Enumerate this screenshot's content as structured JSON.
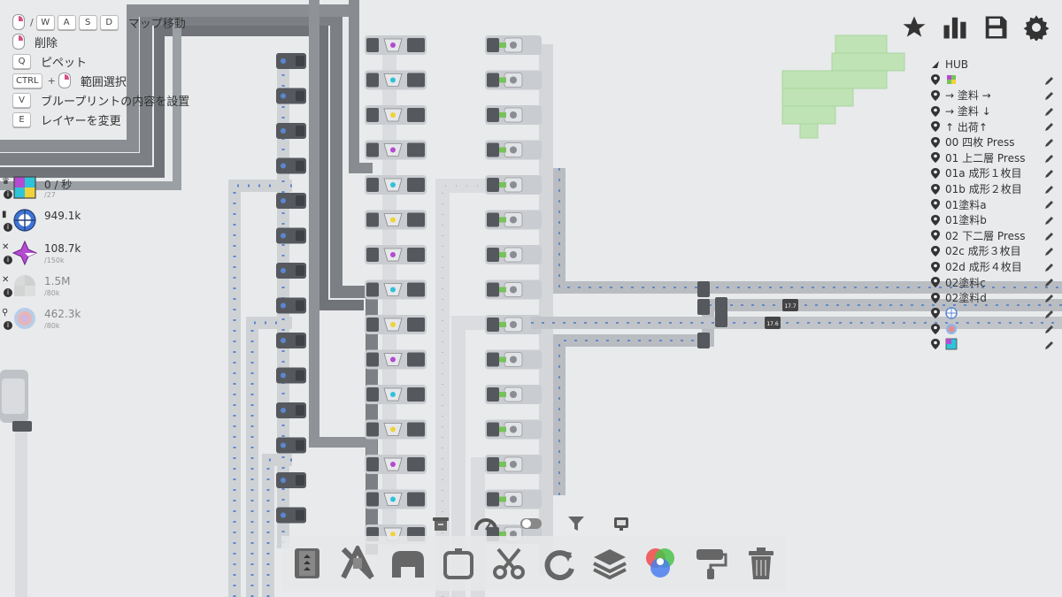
{
  "hints": [
    {
      "keys": [
        "mouse-right",
        "/",
        "W",
        "A",
        "S",
        "D"
      ],
      "label": "マップ移動"
    },
    {
      "keys": [
        "mouse-right"
      ],
      "label": "削除"
    },
    {
      "keys": [
        "Q"
      ],
      "label": "ピペット"
    },
    {
      "keys": [
        "CTRL",
        "+",
        "mouse-right"
      ],
      "label": "範囲選択"
    },
    {
      "keys": [
        "V"
      ],
      "label": "ブループリントの内容を設置"
    },
    {
      "keys": [
        "E"
      ],
      "label": "レイヤーを変更"
    }
  ],
  "stats": [
    {
      "icon": "tricolor-square-shape",
      "value": "0 / 秒",
      "sub": "/27",
      "side": "crown",
      "dim": false
    },
    {
      "icon": "blue-circle-cross-shape",
      "value": "949.1k",
      "sub": "",
      "side": "bookmark",
      "dim": false
    },
    {
      "icon": "purple-star-shape",
      "value": "108.7k",
      "sub": "/150k",
      "side": "x",
      "dim": false
    },
    {
      "icon": "gray-half-circle-shape",
      "value": "1.5M",
      "sub": "/80k",
      "side": "x",
      "dim": true
    },
    {
      "icon": "multi-ring-shape",
      "value": "462.3k",
      "sub": "/80k",
      "side": "pin",
      "dim": true
    }
  ],
  "top_icons": [
    "star-icon",
    "stats-bars-icon",
    "save-icon",
    "settings-gear-icon"
  ],
  "waypoints": [
    {
      "label": "HUB",
      "type": "hub"
    },
    {
      "label": "",
      "type": "shape",
      "shape": "small-colored-square"
    },
    {
      "label": "→ 塗料 →",
      "type": "pin"
    },
    {
      "label": "→ 塗料 ↓",
      "type": "pin"
    },
    {
      "label": "↑ 出荷↑",
      "type": "pin"
    },
    {
      "label": "00 四枚 Press",
      "type": "pin"
    },
    {
      "label": "01 上二層 Press",
      "type": "pin"
    },
    {
      "label": "01a 成形１枚目",
      "type": "pin"
    },
    {
      "label": "01b 成形２枚目",
      "type": "pin"
    },
    {
      "label": "01塗料a",
      "type": "pin"
    },
    {
      "label": "01塗料b",
      "type": "pin"
    },
    {
      "label": "02 下二層 Press",
      "type": "pin"
    },
    {
      "label": "02c 成形３枚目",
      "type": "pin"
    },
    {
      "label": "02d 成形４枚目",
      "type": "pin"
    },
    {
      "label": "02塗料c",
      "type": "pin"
    },
    {
      "label": "02塗料d",
      "type": "pin"
    },
    {
      "label": "",
      "type": "shape",
      "shape": "circle-cross"
    },
    {
      "label": "",
      "type": "shape",
      "shape": "ring"
    },
    {
      "label": "",
      "type": "shape",
      "shape": "square-shape"
    }
  ],
  "belt_counters": [
    "17.7",
    "17.6"
  ],
  "subtools": [
    "trash-can-icon",
    "speedometer-icon",
    "toggle-icon",
    "filter-icon",
    "display-icon"
  ],
  "tools": [
    "balancer-icon",
    "tunnel-icon",
    "rotator-ramp-icon",
    "cutter-frame-icon",
    "scissors-icon",
    "rotate-icon",
    "stacker-icon",
    "color-mixer-icon",
    "painter-roller-icon",
    "trash-icon"
  ],
  "colors": {
    "belt_blue": "#5b86d3",
    "accent_green": "#77c25c",
    "shape_purple": "#b44bd1",
    "shape_cyan": "#2ec3d8",
    "shape_yellow": "#f0d23a"
  }
}
